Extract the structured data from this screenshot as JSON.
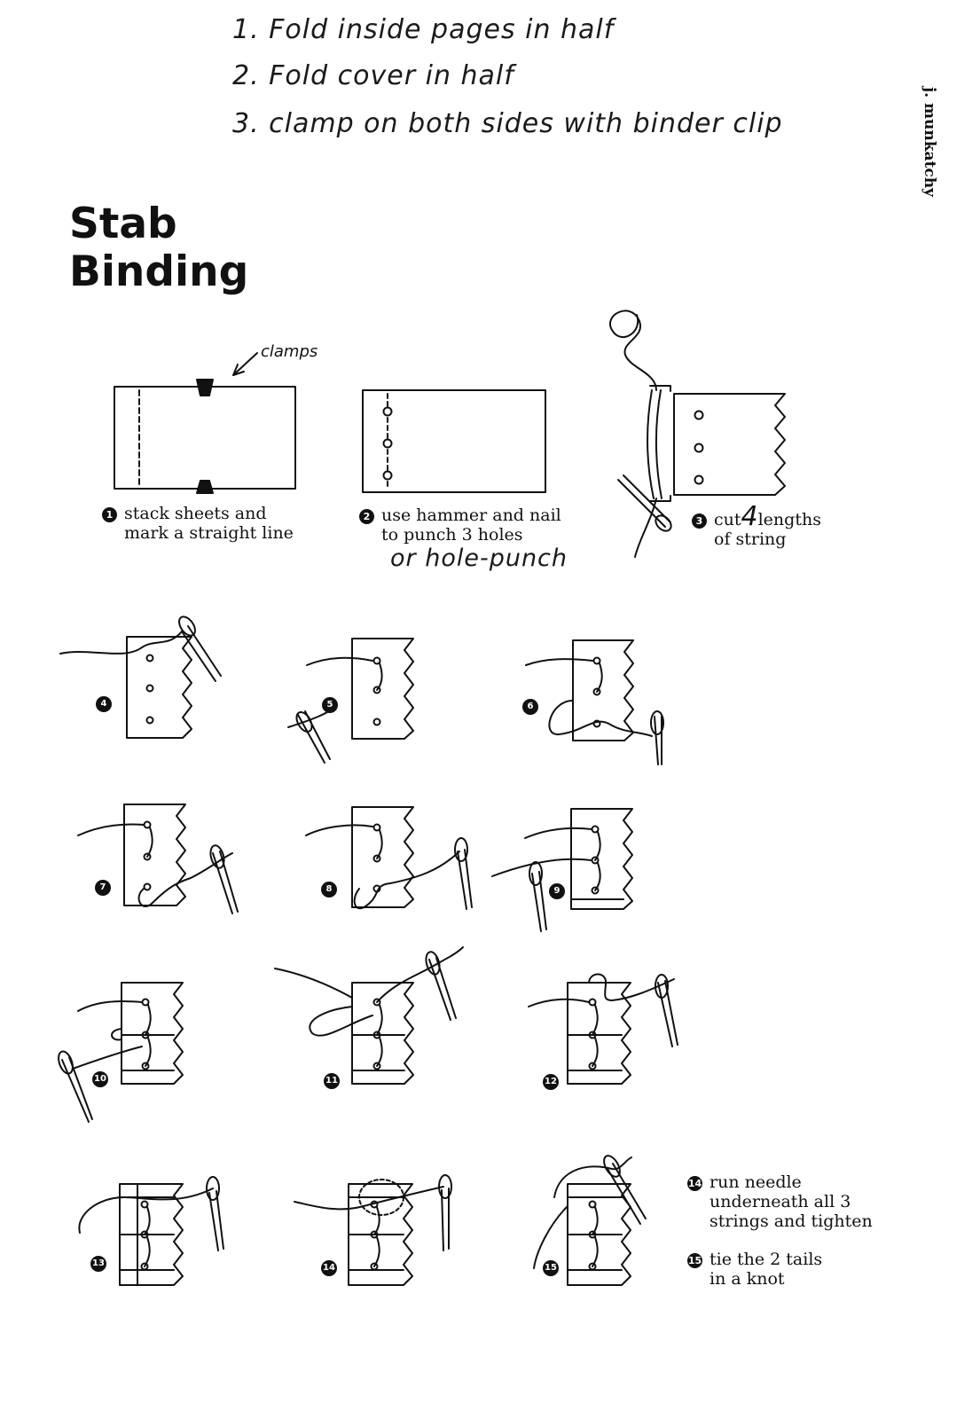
{
  "instructions": [
    "1. Fold inside pages in half",
    "2. Fold cover in half",
    "3. clamp on both sides with binder clip"
  ],
  "author": "j. munkatchy",
  "title": {
    "line1": "Stab",
    "line2": "Binding"
  },
  "clamps_label": "clamps",
  "steps": [
    {
      "number": "1",
      "line1": "stack sheets and",
      "line2": "mark a straight line"
    },
    {
      "number": "2",
      "line1": "use hammer and nail",
      "line2": "to punch 3 holes",
      "handwritten_note": "or hole-punch"
    },
    {
      "number": "3",
      "line1_prefix": "cut",
      "handwritten_number": "4",
      "line1_suffix": "lengths",
      "line2": "of string"
    },
    {
      "number": "14",
      "line1": "run needle",
      "line2": "underneath all 3",
      "line3": "strings and tighten"
    },
    {
      "number": "15",
      "line1": "tie the 2 tails",
      "line2": "in a knot"
    }
  ],
  "diagram_numbers": [
    "4",
    "5",
    "6",
    "7",
    "8",
    "9",
    "10",
    "11",
    "12",
    "13",
    "14",
    "15"
  ],
  "colors": {
    "ink": "#111111",
    "paper": "#ffffff"
  }
}
